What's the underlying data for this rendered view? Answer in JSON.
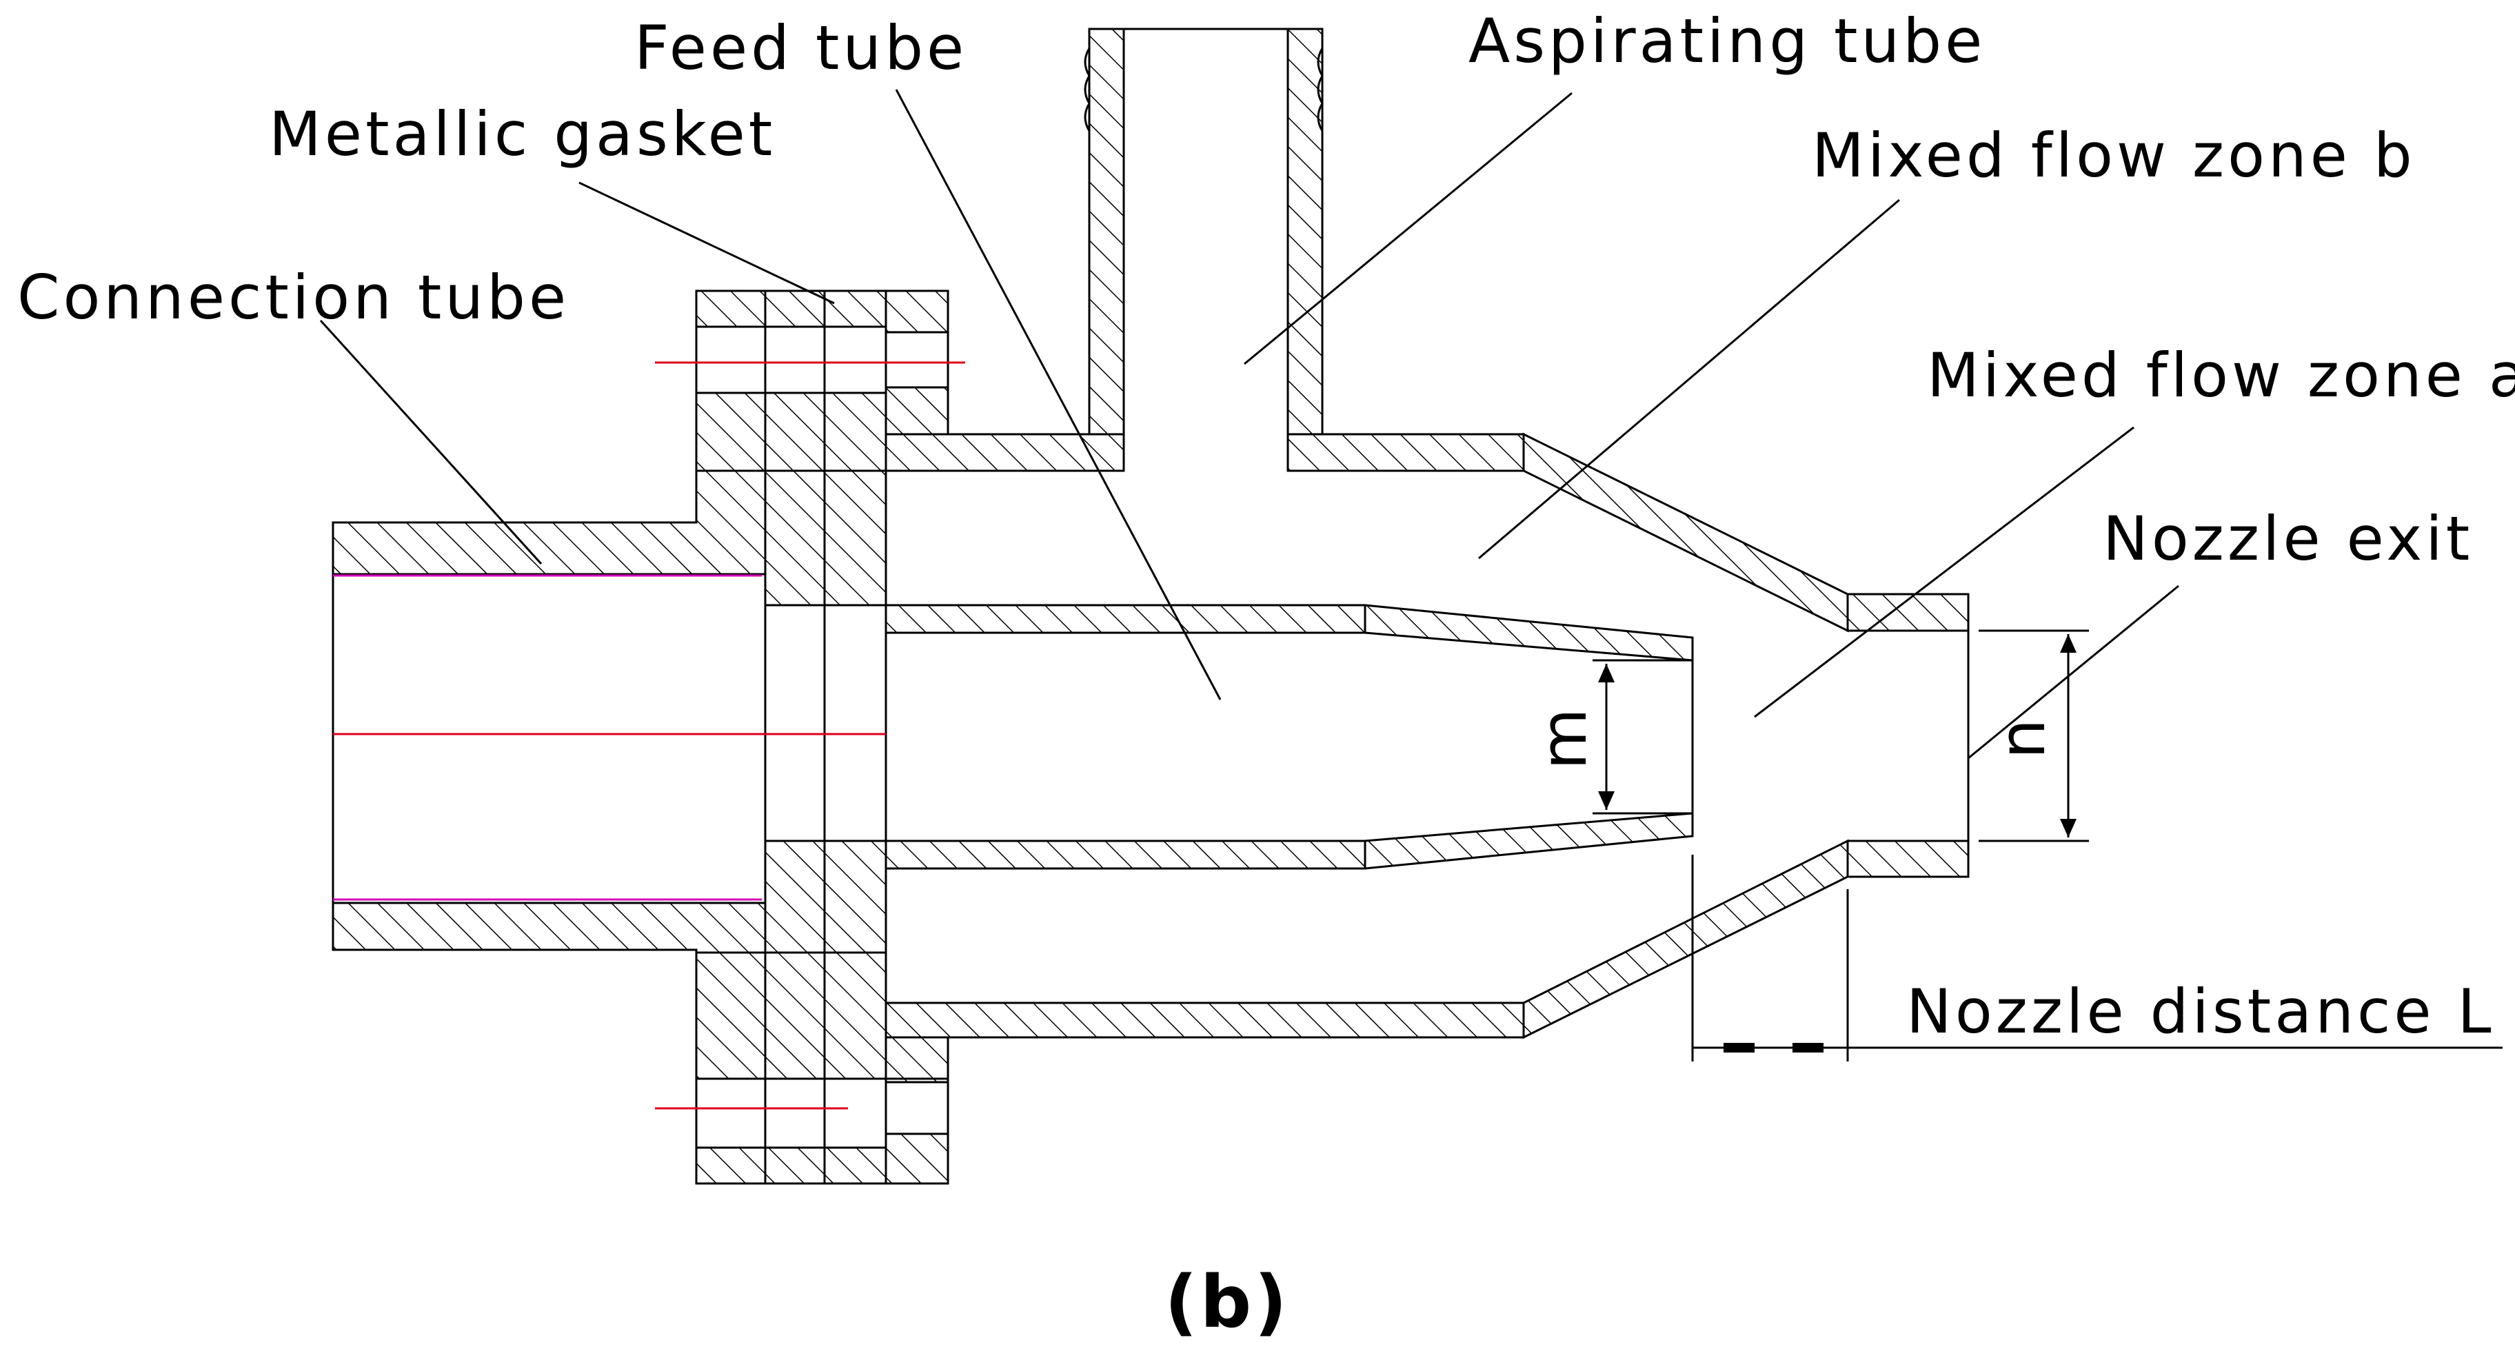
{
  "labels": {
    "feed_tube": "Feed tube",
    "aspirating_tube": "Aspirating tube",
    "metallic_gasket": "Metallic gasket",
    "mixed_flow_zone_b": "Mixed flow zone b",
    "connection_tube": "Connection tube",
    "mixed_flow_zone_a": "Mixed flow zone a",
    "nozzle_exit": "Nozzle exit",
    "nozzle_distance": "Nozzle distance L"
  },
  "dimensions": {
    "m": "m",
    "n": "n"
  },
  "caption": "(b)",
  "colors": {
    "line": "#000000",
    "axis_line": "#e0001b",
    "inner_wall_line": "#d400b4",
    "background": "#ffffff"
  }
}
